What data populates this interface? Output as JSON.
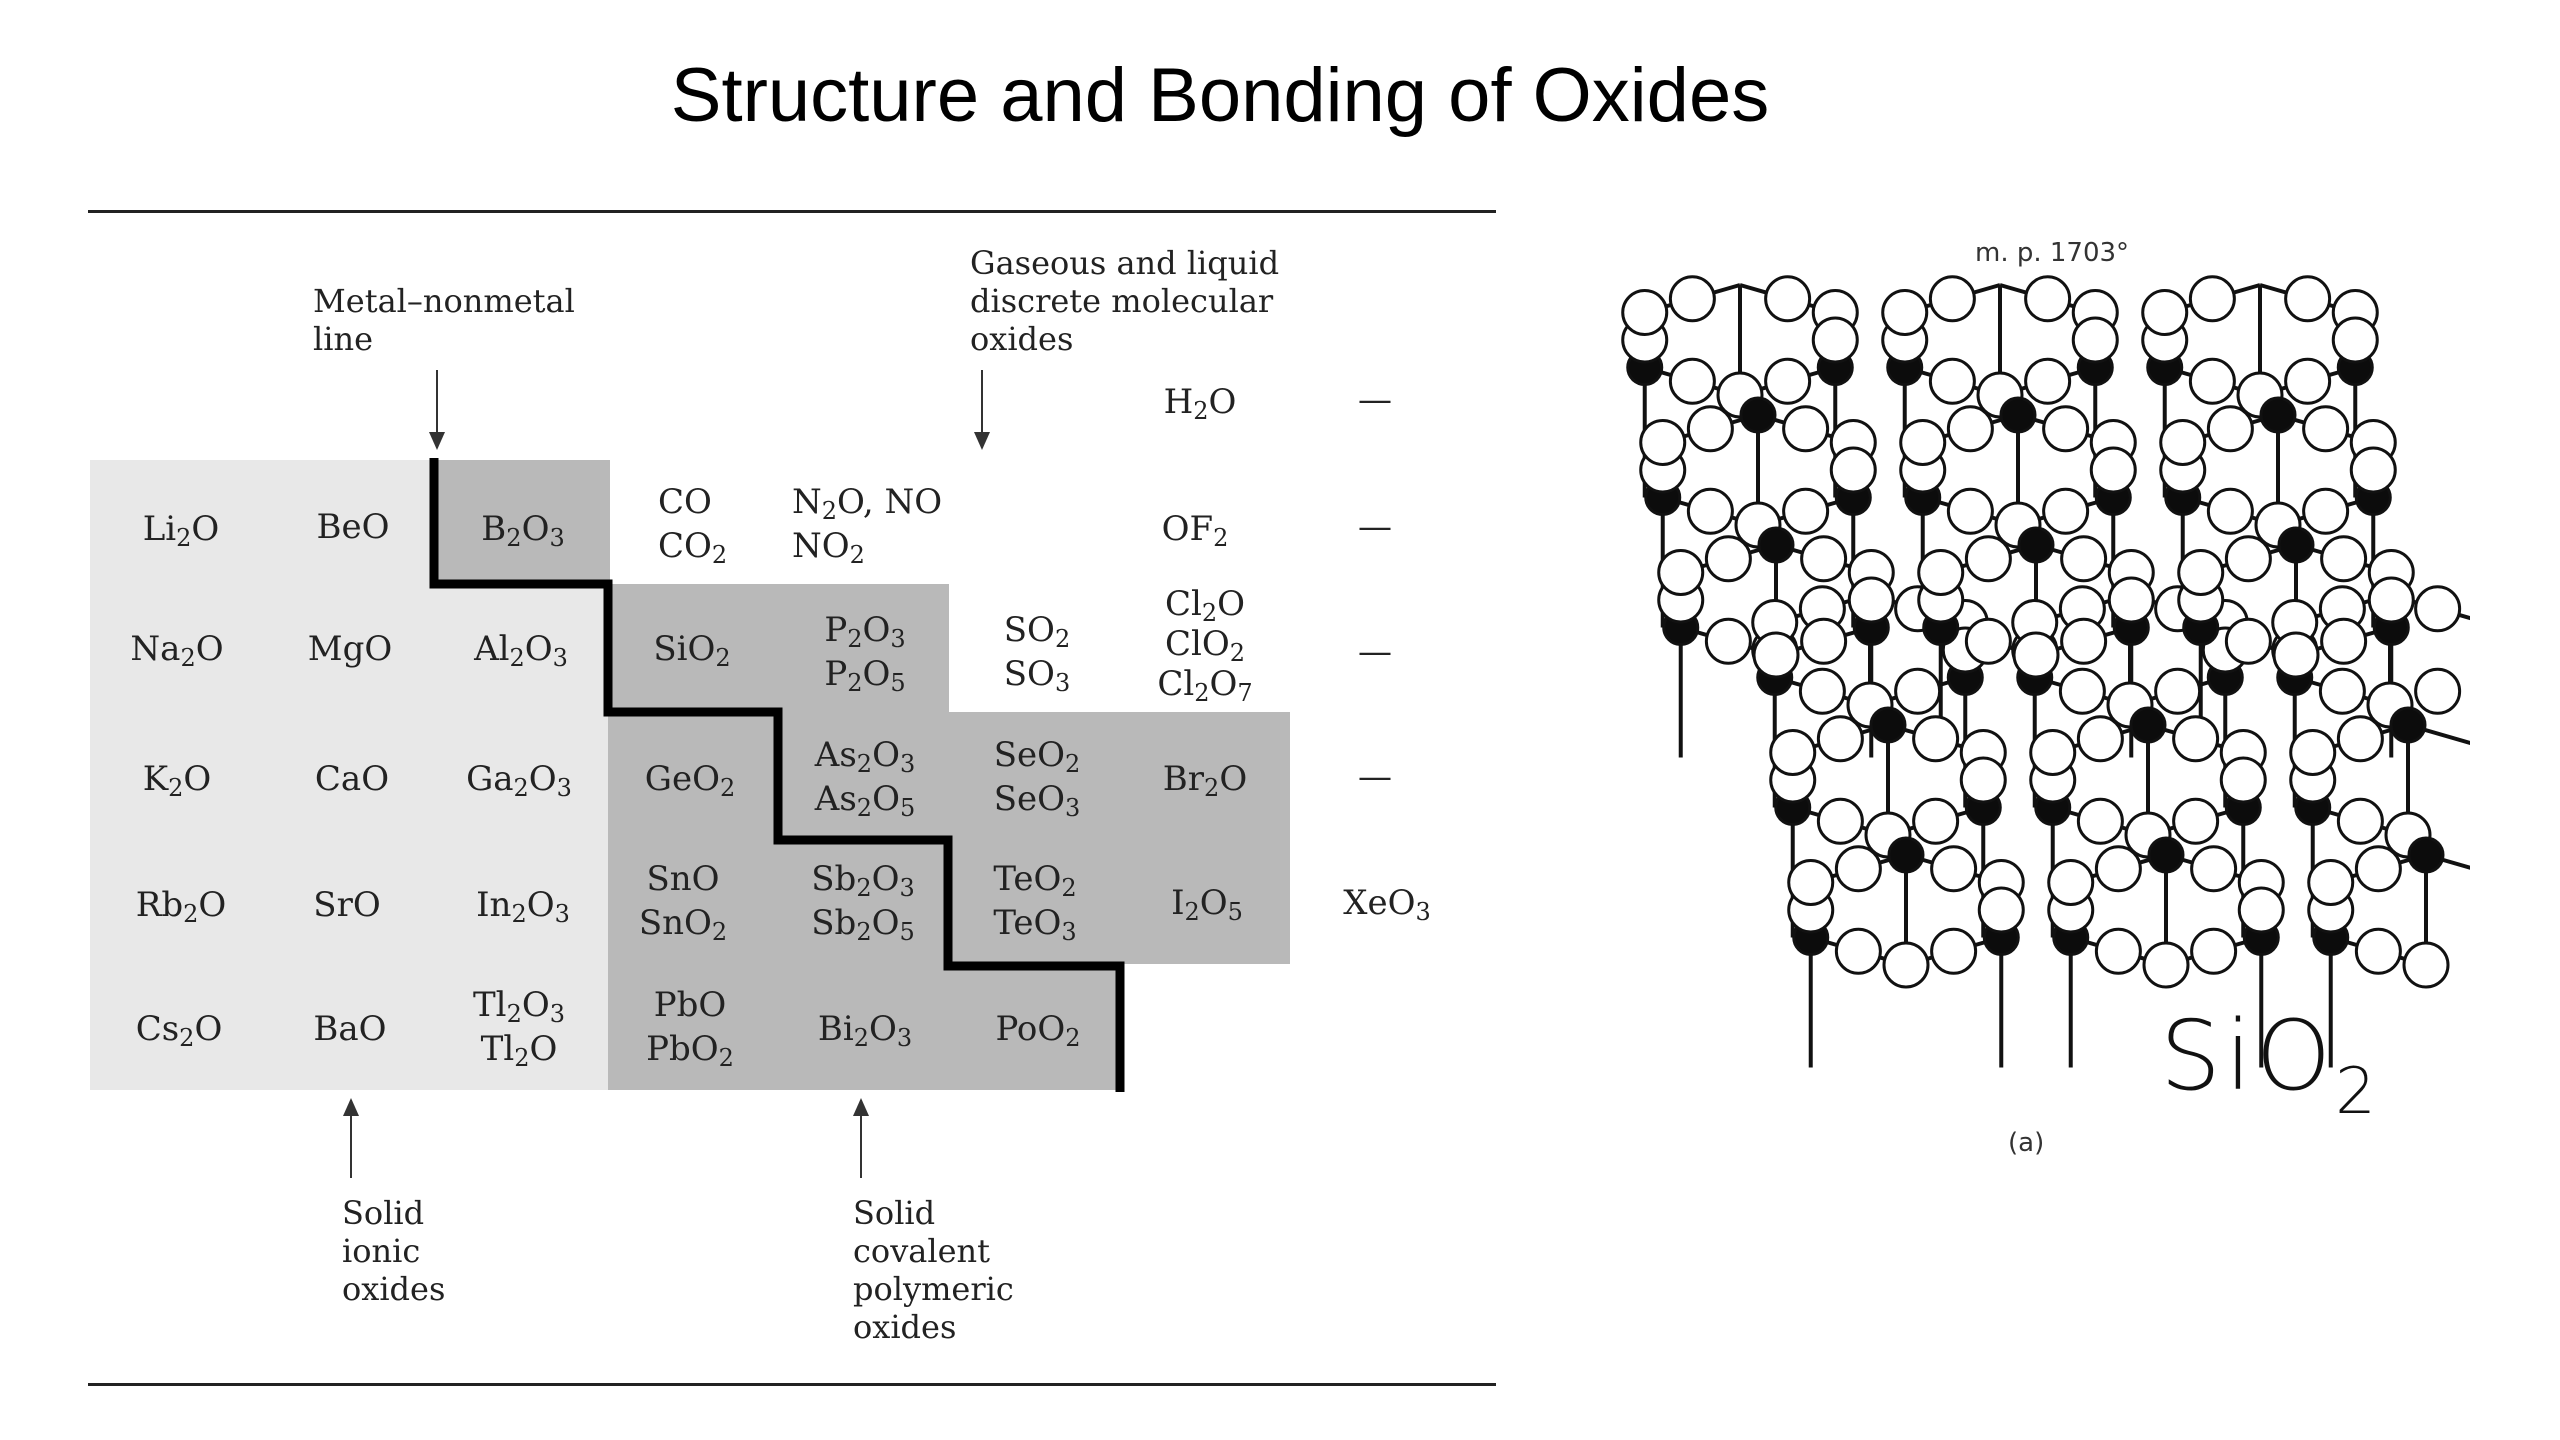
{
  "slide": {
    "title": "Structure and Bonding of Oxides"
  },
  "labels": {
    "metal_nonmetal_1": "Metal–nonmetal",
    "metal_nonmetal_2": "line",
    "gaseous_1": "Gaseous and liquid",
    "gaseous_2": "discrete molecular",
    "gaseous_3": "oxides",
    "ionic_1": "Solid",
    "ionic_2": "ionic",
    "ionic_3": "oxides",
    "covalent_1": "Solid",
    "covalent_2": "covalent",
    "covalent_3": "polymeric",
    "covalent_4": "oxides"
  },
  "oxides": {
    "r0": {
      "h2o": "H<sub>2</sub>O",
      "dash": "—"
    },
    "r1": {
      "li2o": "Li<sub>2</sub>O",
      "beo": "BeO",
      "b2o3": "B<sub>2</sub>O<sub>3</sub>",
      "co": "CO<br>CO<sub>2</sub>",
      "no": "N<sub>2</sub>O, NO<br>NO<sub>2</sub>",
      "of2": "OF<sub>2</sub>",
      "dash": "—"
    },
    "r2": {
      "na2o": "Na<sub>2</sub>O",
      "mgo": "MgO",
      "al2o3": "Al<sub>2</sub>O<sub>3</sub>",
      "sio2": "SiO<sub>2</sub>",
      "p": "P<sub>2</sub>O<sub>3</sub><br>P<sub>2</sub>O<sub>5</sub>",
      "so": "SO<sub>2</sub><br>SO<sub>3</sub>",
      "cl": "Cl<sub>2</sub>O<br>ClO<sub>2</sub><br>Cl<sub>2</sub>O<sub>7</sub>",
      "dash": "—"
    },
    "r3": {
      "k2o": "K<sub>2</sub>O",
      "cao": "CaO",
      "ga2o3": "Ga<sub>2</sub>O<sub>3</sub>",
      "geo2": "GeO<sub>2</sub>",
      "as": "As<sub>2</sub>O<sub>3</sub><br>As<sub>2</sub>O<sub>5</sub>",
      "se": "SeO<sub>2</sub><br>SeO<sub>3</sub>",
      "br2o": "Br<sub>2</sub>O",
      "dash": "—"
    },
    "r4": {
      "rb2o": "Rb<sub>2</sub>O",
      "sro": "SrO",
      "in2o3": "In<sub>2</sub>O<sub>3</sub>",
      "sn": "SnO<br>SnO<sub>2</sub>",
      "sb": "Sb<sub>2</sub>O<sub>3</sub><br>Sb<sub>2</sub>O<sub>5</sub>",
      "te": "TeO<sub>2</sub><br>TeO<sub>3</sub>",
      "i2o5": "I<sub>2</sub>O<sub>5</sub>",
      "xeo3": "XeO<sub>3</sub>"
    },
    "r5": {
      "cs2o": "Cs<sub>2</sub>O",
      "bao": "BaO",
      "tl": "Tl<sub>2</sub>O<sub>3</sub><br>Tl<sub>2</sub>O",
      "pb": "PbO<br>PbO<sub>2</sub>",
      "bi2o3": "Bi<sub>2</sub>O<sub>3</sub>",
      "poo2": "PoO<sub>2</sub>"
    }
  },
  "figure": {
    "melting_point": "m. p. 1703°",
    "panel": "(a)",
    "formula": "SiO<sub>2</sub>"
  },
  "colors": {
    "ionic_zone": "#e8e8e8",
    "covalent_zone": "#b9b9b9",
    "dark_atom": "#0c0c0c",
    "light_atom": "#ffffff"
  }
}
